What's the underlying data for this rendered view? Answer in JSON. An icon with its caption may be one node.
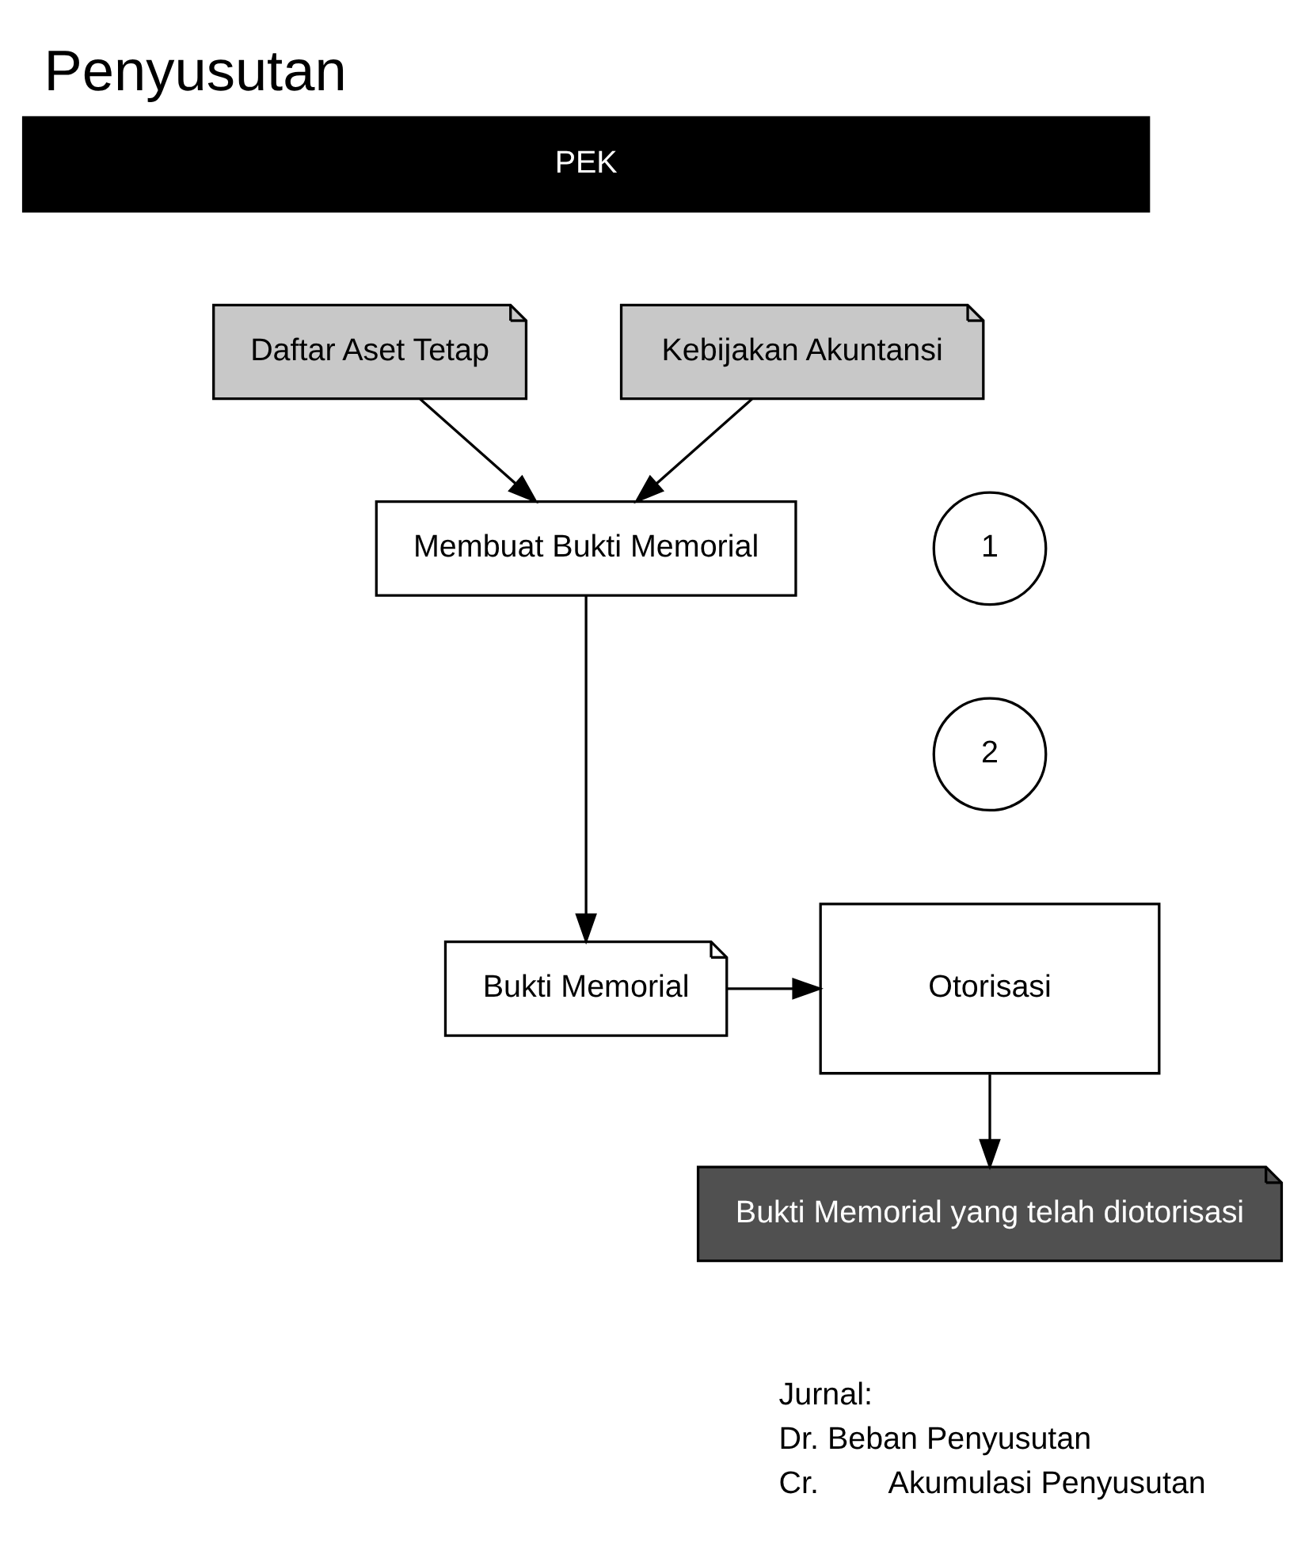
{
  "diagram": {
    "title": "Penyusutan",
    "nodes": [
      {
        "text": [
          "PEK"
        ]
      },
      {
        "text": [
          "Daftar Aset Tetap"
        ]
      },
      {
        "text": [
          "Kebijakan Akuntansi"
        ]
      },
      {
        "text": [
          "1"
        ]
      },
      {
        "text": [
          "Membuat Bukti Memorial"
        ]
      },
      {
        "text": [
          "2"
        ]
      },
      {
        "text": [
          "Bukti Memorial"
        ]
      },
      {
        "text": [
          "Otorisasi"
        ]
      },
      {
        "text": [
          "Bukti Memorial yang telah diotorisasi"
        ]
      }
    ],
    "edges": [
      {
        "from": 1,
        "to": 4,
        "arrow": "to"
      },
      {
        "from": 2,
        "to": 4,
        "arrow": "to"
      },
      {
        "from": 4,
        "to": 6,
        "arrow": "to"
      },
      {
        "from": 6,
        "to": 7,
        "arrow": "to"
      },
      {
        "from": 7,
        "to": 8,
        "arrow": "to"
      }
    ],
    "labels": [
      "Jurnal:",
      "Dr. Beban Penyusutan",
      "Cr.        Akumulasi Penyusutan"
    ]
  }
}
